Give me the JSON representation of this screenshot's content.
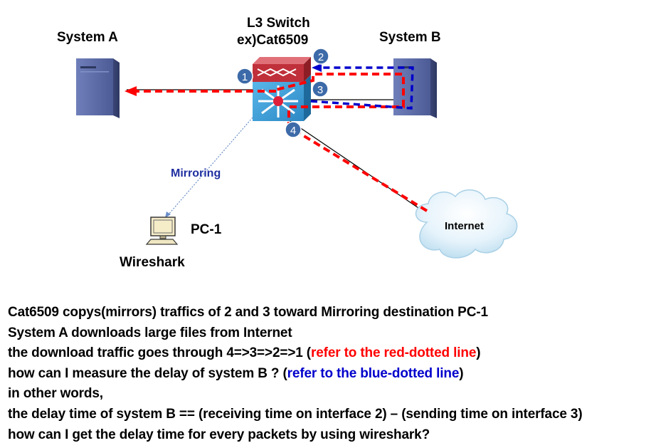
{
  "nodes": {
    "system_a": "System A",
    "system_b": "System B",
    "switch_line1": "L3 Switch",
    "switch_line2": "ex)Cat6509",
    "pc": "PC-1",
    "wireshark": "Wireshark",
    "internet": "Internet",
    "mirroring": "Mirroring"
  },
  "interfaces": [
    "1",
    "2",
    "3",
    "4"
  ],
  "colors": {
    "red_path": "#ff0000",
    "blue_path": "#0000cc",
    "server_body": "#5a6aa6",
    "switch_blue": "#3aa0d8",
    "switch_red": "#c0303a",
    "badge": "#3d6aa8"
  },
  "notes": {
    "line1": "Cat6509 copys(mirrors) traffics of 2 and 3 toward Mirroring destination PC-1",
    "line2": "System A downloads large files from Internet",
    "line3_pre": "the download traffic goes through 4=>3=>2=>1 (",
    "line3_red": "refer to the red-dotted line",
    "line3_post": ")",
    "line4_pre": "how can I measure the delay of system B ? (",
    "line4_blue": "refer to the blue-dotted line",
    "line4_post": ")",
    "line5": "in other words,",
    "line6": "the delay time of system B == (receiving time on interface 2) – (sending time on interface 3)",
    "line7": "how can I get the delay time for every packets by using wireshark?"
  }
}
